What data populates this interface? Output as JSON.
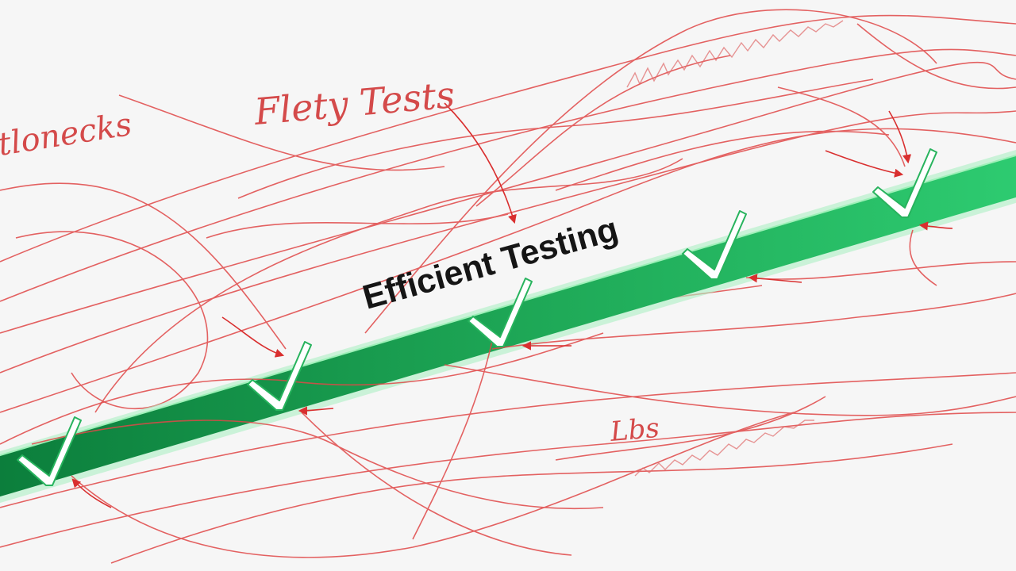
{
  "labels": {
    "left_scrawl": "tlonecks",
    "flaky": "Flety Tests",
    "main": "Efficient Testing",
    "bottom_scrawl": "Lbs"
  },
  "colors": {
    "background": "#f6f6f6",
    "band_light": "#2ecc71",
    "band_dark": "#0b7d3b",
    "band_glow": "#aef0c4",
    "tangle": "#e04848",
    "arrow": "#d92f2f",
    "check_fill": "#ffffff",
    "check_edge": "#27b35d",
    "main_text": "#151515",
    "scrawl_text": "#d44a4a"
  },
  "icons": [
    "check-icon",
    "arrow-icon"
  ],
  "checkmark_count": 5
}
